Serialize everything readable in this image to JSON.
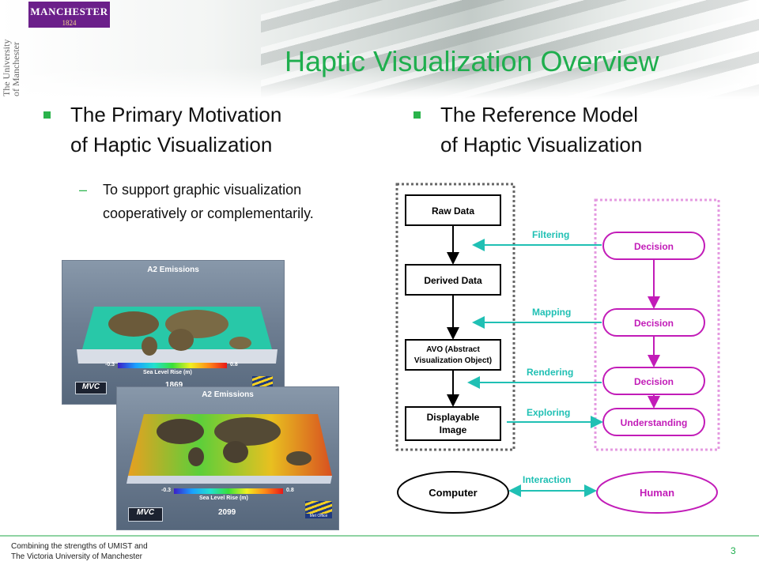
{
  "header": {
    "logo_name": "MANCHESTER",
    "logo_year": "1824",
    "university_line1": "The University",
    "university_line2": "of Manchester"
  },
  "slide": {
    "title": "Haptic Visualization Overview",
    "left_bullet": {
      "line1": "The Primary Motivation",
      "line2": "of Haptic Visualization"
    },
    "left_sub": {
      "dash": "–",
      "text": "To support graphic visualization cooperatively or complementarily."
    },
    "right_bullet": {
      "line1": "The Reference Model",
      "line2": "of Haptic Visualization"
    }
  },
  "images": [
    {
      "title": "A2 Emissions",
      "scale_min": "-0.3",
      "scale_max": "0.8",
      "scale_label": "Sea Level Rise (m)",
      "badge": "MVC",
      "year": "1869"
    },
    {
      "title": "A2 Emissions",
      "scale_min": "-0.3",
      "scale_max": "0.8",
      "scale_label": "Sea Level Rise (m)",
      "badge": "MVC",
      "year": "2099",
      "logo": "Met Office"
    }
  ],
  "diagram": {
    "pipeline": [
      "Raw Data",
      "Derived Data",
      "AVO (Abstract",
      "Visualization Object)",
      "Displayable",
      "Image"
    ],
    "stages": [
      "Filtering",
      "Mapping",
      "Rendering",
      "Exploring"
    ],
    "decisions": [
      "Decision",
      "Decision",
      "Decision",
      "Understanding"
    ],
    "computer": "Computer",
    "interaction": "Interaction",
    "human": "Human",
    "colors": {
      "black": "#000000",
      "cyan": "#20c0b4",
      "magenta": "#c21cb8"
    }
  },
  "footer": {
    "line1": "Combining the strengths of UMIST and",
    "line2": "The Victoria University of Manchester",
    "page": "3"
  }
}
